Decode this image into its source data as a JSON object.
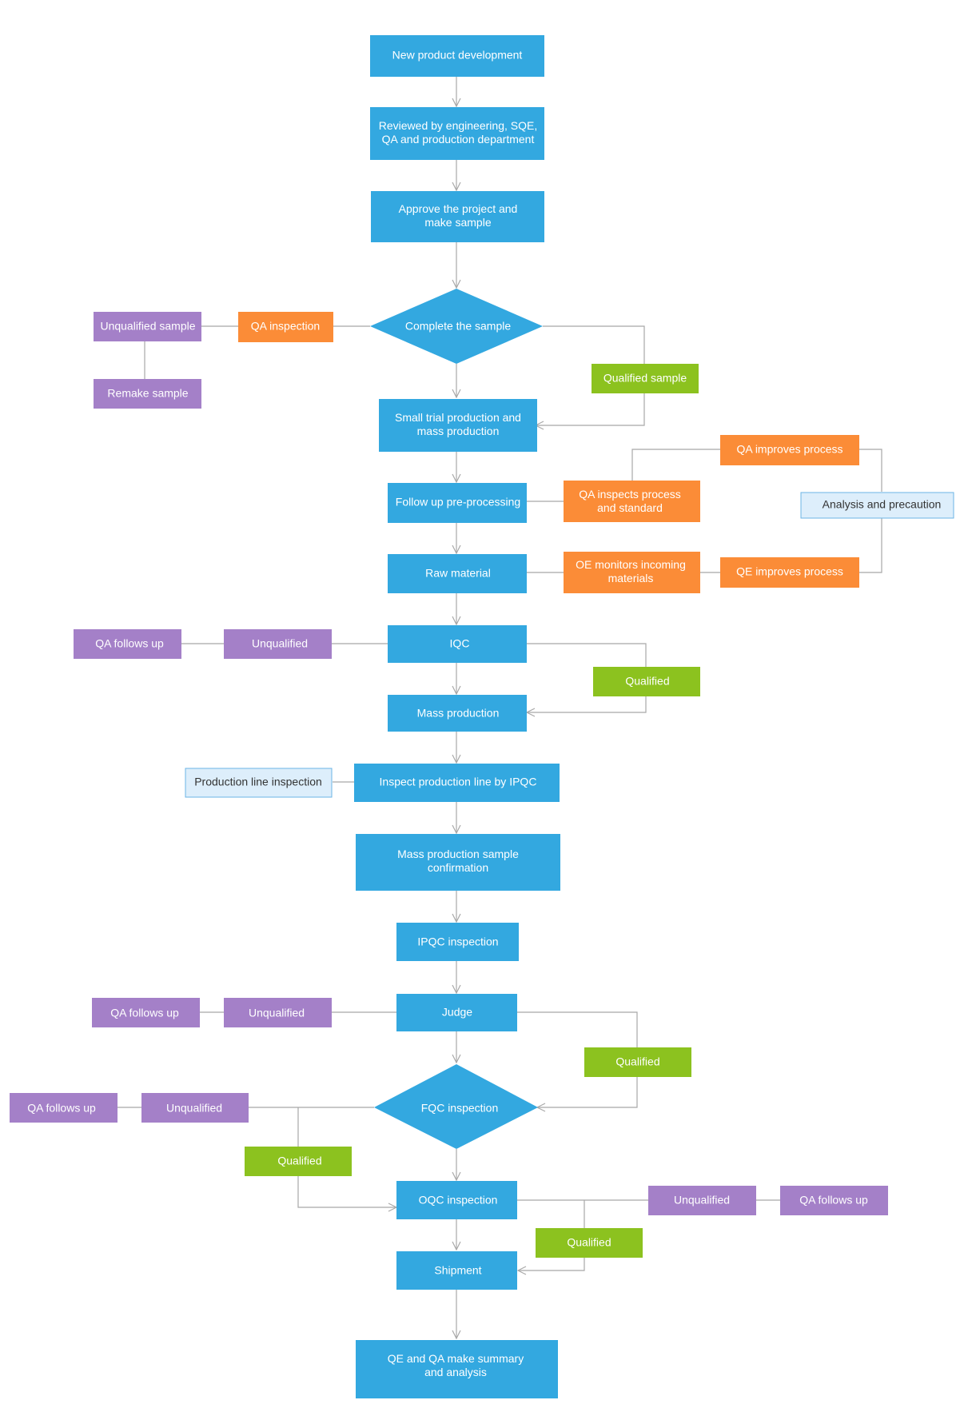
{
  "colors": {
    "blue": "#33a8e0",
    "orange": "#fb8c37",
    "green": "#8cc21f",
    "purple": "#a480c8",
    "light_blue": "#ddeefb",
    "light_blue_border": "#6cb4e4",
    "edge": "#a8a8a8"
  },
  "nodes": {
    "new_product": {
      "lines": [
        "New product development"
      ]
    },
    "reviewed": {
      "lines": [
        "Reviewed by engineering, SQE,",
        "QA and production department"
      ]
    },
    "approve": {
      "lines": [
        "Approve the project and",
        "make sample"
      ]
    },
    "complete_sample": {
      "lines": [
        "Complete the sample"
      ]
    },
    "qa_inspection": {
      "lines": [
        "QA inspection"
      ]
    },
    "unqualified_sample": {
      "lines": [
        "Unqualified sample"
      ]
    },
    "remake_sample": {
      "lines": [
        "Remake sample"
      ]
    },
    "qualified_sample": {
      "lines": [
        "Qualified sample"
      ]
    },
    "small_trial": {
      "lines": [
        "Small trial production and",
        "mass production"
      ]
    },
    "follow_up": {
      "lines": [
        "Follow up pre-processing"
      ]
    },
    "qa_inspects_process": {
      "lines": [
        "QA inspects process",
        "and standard"
      ]
    },
    "qa_improves": {
      "lines": [
        "QA  improves process"
      ]
    },
    "analysis": {
      "lines": [
        "Analysis and precaution"
      ]
    },
    "raw_material": {
      "lines": [
        "Raw material"
      ]
    },
    "oe_monitors": {
      "lines": [
        "OE monitors incoming",
        "materials"
      ]
    },
    "qe_improves": {
      "lines": [
        "QE improves process"
      ]
    },
    "iqc": {
      "lines": [
        "IQC"
      ]
    },
    "iqc_unqualified": {
      "lines": [
        "Unqualified"
      ]
    },
    "iqc_qa_follows": {
      "lines": [
        "QA follows up"
      ]
    },
    "iqc_qualified": {
      "lines": [
        "Qualified"
      ]
    },
    "mass_production": {
      "lines": [
        "Mass production"
      ]
    },
    "inspect_line": {
      "lines": [
        "Inspect production line by IPQC"
      ]
    },
    "production_line_inspection": {
      "lines": [
        "Production line inspection"
      ]
    },
    "mass_sample_confirm": {
      "lines": [
        "Mass production sample",
        "confirmation"
      ]
    },
    "ipqc_inspection": {
      "lines": [
        "IPQC inspection"
      ]
    },
    "judge": {
      "lines": [
        "Judge"
      ]
    },
    "judge_unqualified": {
      "lines": [
        "Unqualified"
      ]
    },
    "judge_qa_follows": {
      "lines": [
        "QA follows up"
      ]
    },
    "judge_qualified": {
      "lines": [
        "Qualified"
      ]
    },
    "fqc": {
      "lines": [
        "FQC inspection"
      ]
    },
    "fqc_unqualified": {
      "lines": [
        "Unqualified"
      ]
    },
    "fqc_qa_follows": {
      "lines": [
        "QA follows up"
      ]
    },
    "fqc_qualified": {
      "lines": [
        "Qualified"
      ]
    },
    "oqc": {
      "lines": [
        "OQC inspection"
      ]
    },
    "oqc_unqualified": {
      "lines": [
        "Unqualified"
      ]
    },
    "oqc_qa_follows": {
      "lines": [
        "QA follows up"
      ]
    },
    "oqc_qualified": {
      "lines": [
        "Qualified"
      ]
    },
    "shipment": {
      "lines": [
        "Shipment"
      ]
    },
    "summary": {
      "lines": [
        "QE and QA make summary",
        "and analysis"
      ]
    }
  }
}
